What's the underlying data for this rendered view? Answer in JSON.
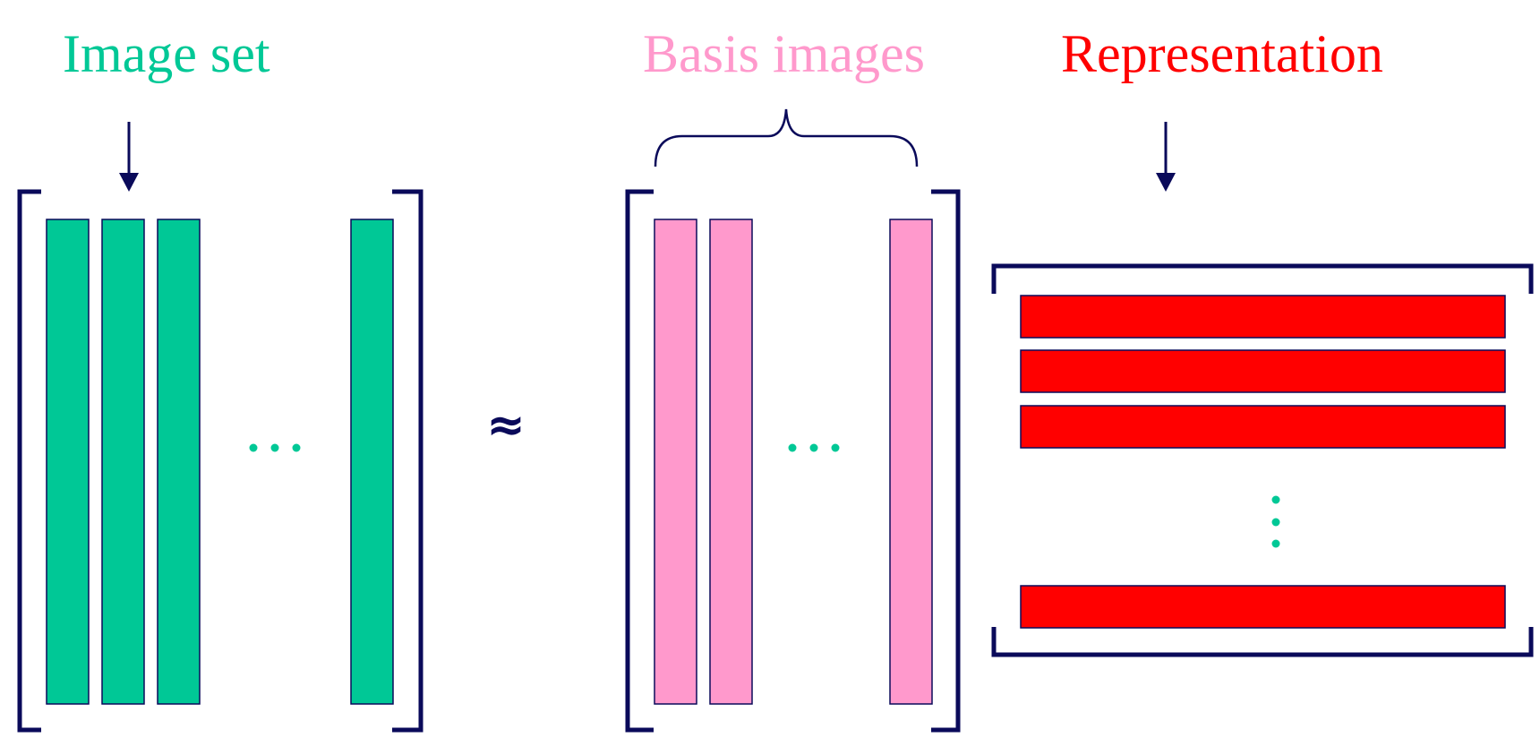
{
  "labels": {
    "image_set": "Image set",
    "basis_images": "Basis images",
    "representation": "Representation",
    "approx_symbol": "≈"
  },
  "colors": {
    "image_set": "#00c896",
    "basis": "#ff99cc",
    "representation": "#ff0000",
    "bracket": "#0a0a5a",
    "ellipsis": "#00c896"
  },
  "icons": {
    "arrow": "down-arrow",
    "brace": "curly-brace",
    "ellipsis": "ellipsis-dots"
  }
}
